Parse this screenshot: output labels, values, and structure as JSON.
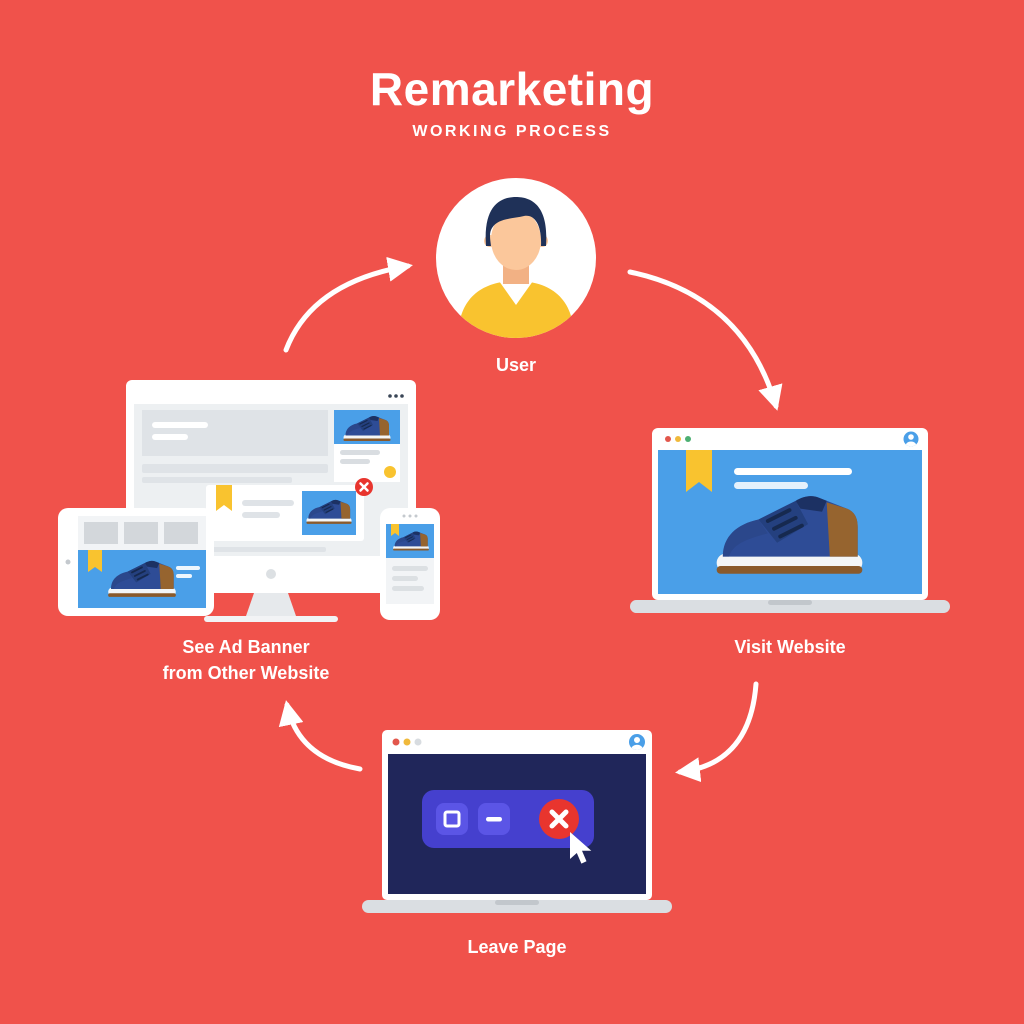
{
  "title": {
    "text": "Remarketing",
    "subtitle": "WORKING PROCESS"
  },
  "steps": {
    "user": {
      "label": "User"
    },
    "visit_website": {
      "label": "Visit Website"
    },
    "leave_page": {
      "label": "Leave Page"
    },
    "see_ad_banner": {
      "label_line1": "See Ad Banner",
      "label_line2": "from Other Website"
    }
  },
  "colors": {
    "background": "#F0524B",
    "white": "#FFFFFF",
    "banner_blue": "#4A9FE8",
    "dark_navy_screen": "#20265A",
    "toolbar_blue": "#4540CE",
    "button_blue": "#5B55E6",
    "close_red": "#E8352E",
    "accent_yellow": "#F9C32F",
    "shoe_navy": "#2E4C96",
    "shoe_brown": "#96642F",
    "skin": "#FBC79B",
    "hair_navy": "#1F3158",
    "device_gray": "#DADEE2"
  },
  "icons": {
    "close": "✕",
    "minimize": "−",
    "restore": "□",
    "cursor": "➤",
    "bookmark": "🔖",
    "browser_dots": "•••",
    "profile": "👤"
  }
}
